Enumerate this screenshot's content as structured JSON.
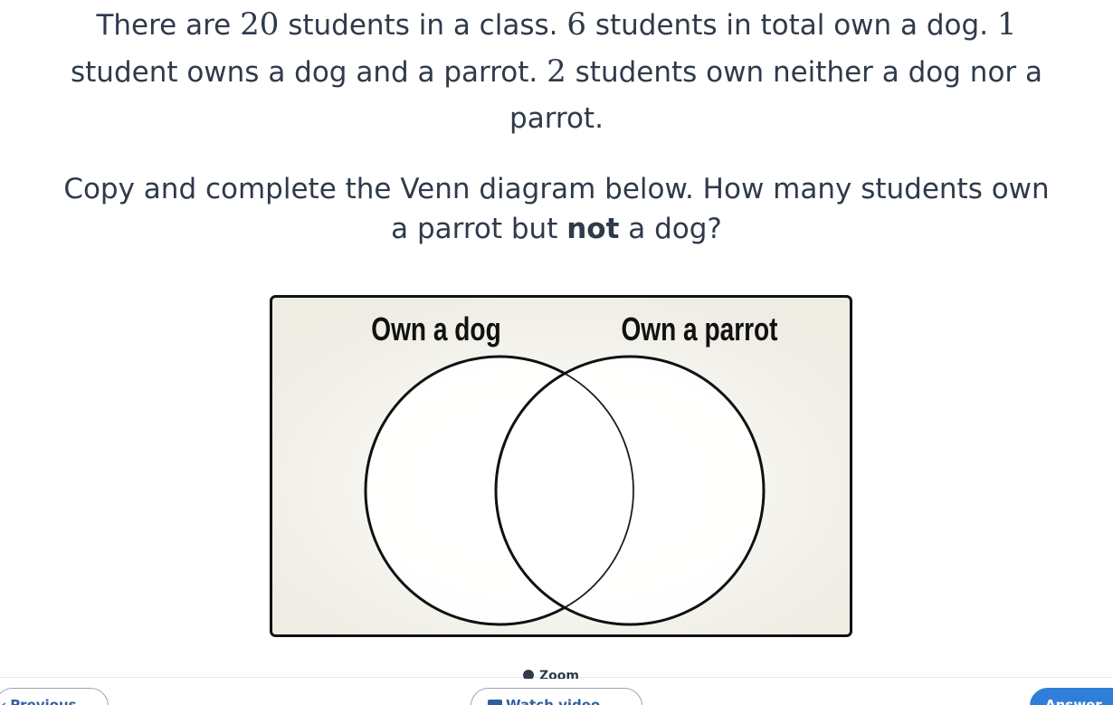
{
  "question": {
    "p1": [
      {
        "text": "There are ",
        "num": false
      },
      {
        "text": "20",
        "num": true
      },
      {
        "text": " students in a class. ",
        "num": false
      },
      {
        "text": "6",
        "num": true
      },
      {
        "text": " students in total own a dog. ",
        "num": false
      },
      {
        "text": "1",
        "num": true
      },
      {
        "text": "student owns a dog and a parrot. ",
        "num": false
      },
      {
        "text": "2",
        "num": true
      },
      {
        "text": " students own neither a dog nor a",
        "num": false
      },
      {
        "text": "parrot.",
        "num": false
      }
    ],
    "p2_line1": "Copy and complete the Venn diagram below. How many students own",
    "p2_before": "a parrot but ",
    "p2_bold": "not",
    "p2_after": " a dog?"
  },
  "venn": {
    "left_label": "Own a dog",
    "right_label": "Own a parrot"
  },
  "controls": {
    "zoom_label": "Zoom",
    "previous_label": "Previous",
    "previous_icon": "chevron-left-icon",
    "watch_video_label": "Watch video",
    "watch_video_icon": "video-icon",
    "answer_label": "Answer"
  },
  "colors": {
    "text": "#2f3a4a",
    "venn_background": "#f2f0e8",
    "answer_button": "#2f7fd9",
    "link_text": "#2f5f9e"
  }
}
